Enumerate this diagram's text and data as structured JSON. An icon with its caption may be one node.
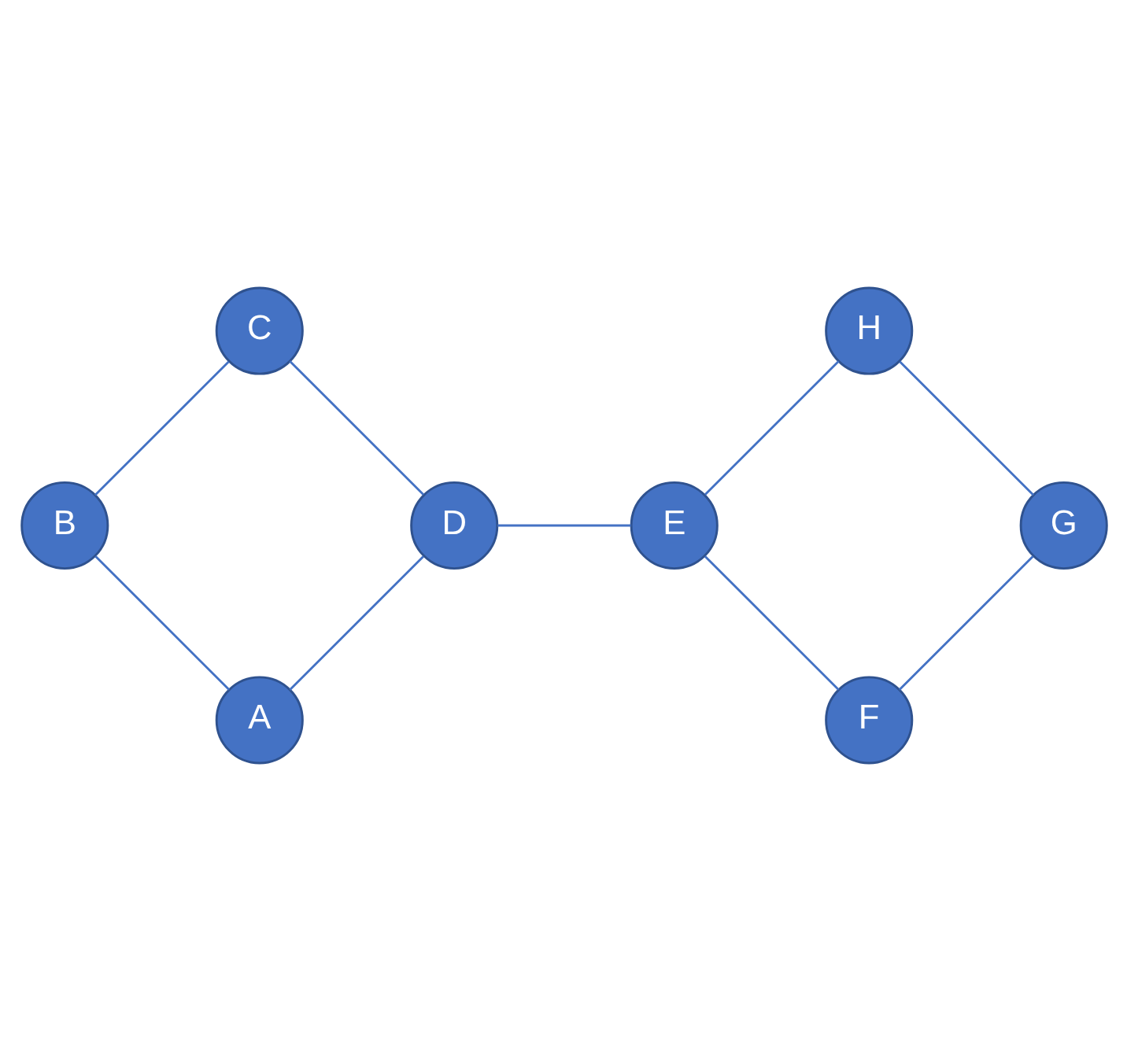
{
  "diagram": {
    "nodes": [
      {
        "text": [
          "A"
        ]
      },
      {
        "text": [
          "B"
        ]
      },
      {
        "text": [
          "F"
        ]
      },
      {
        "text": [
          "E"
        ]
      },
      {
        "text": [
          "D"
        ]
      },
      {
        "text": [
          "G"
        ]
      },
      {
        "text": [
          "H"
        ]
      },
      {
        "text": [
          "C"
        ]
      }
    ],
    "edges": [
      {
        "from": 0,
        "to": 1,
        "arrow": "none"
      },
      {
        "from": 0,
        "to": 4,
        "arrow": "none"
      },
      {
        "from": 1,
        "to": 7,
        "arrow": "none"
      },
      {
        "from": 2,
        "to": 3,
        "arrow": "none"
      },
      {
        "from": 3,
        "to": 4,
        "arrow": "none"
      },
      {
        "from": 2,
        "to": 5,
        "arrow": "none"
      },
      {
        "from": 5,
        "to": 6,
        "arrow": "none"
      },
      {
        "from": 6,
        "to": 3,
        "arrow": "none"
      },
      {
        "from": 7,
        "to": 4,
        "arrow": "none"
      }
    ]
  }
}
